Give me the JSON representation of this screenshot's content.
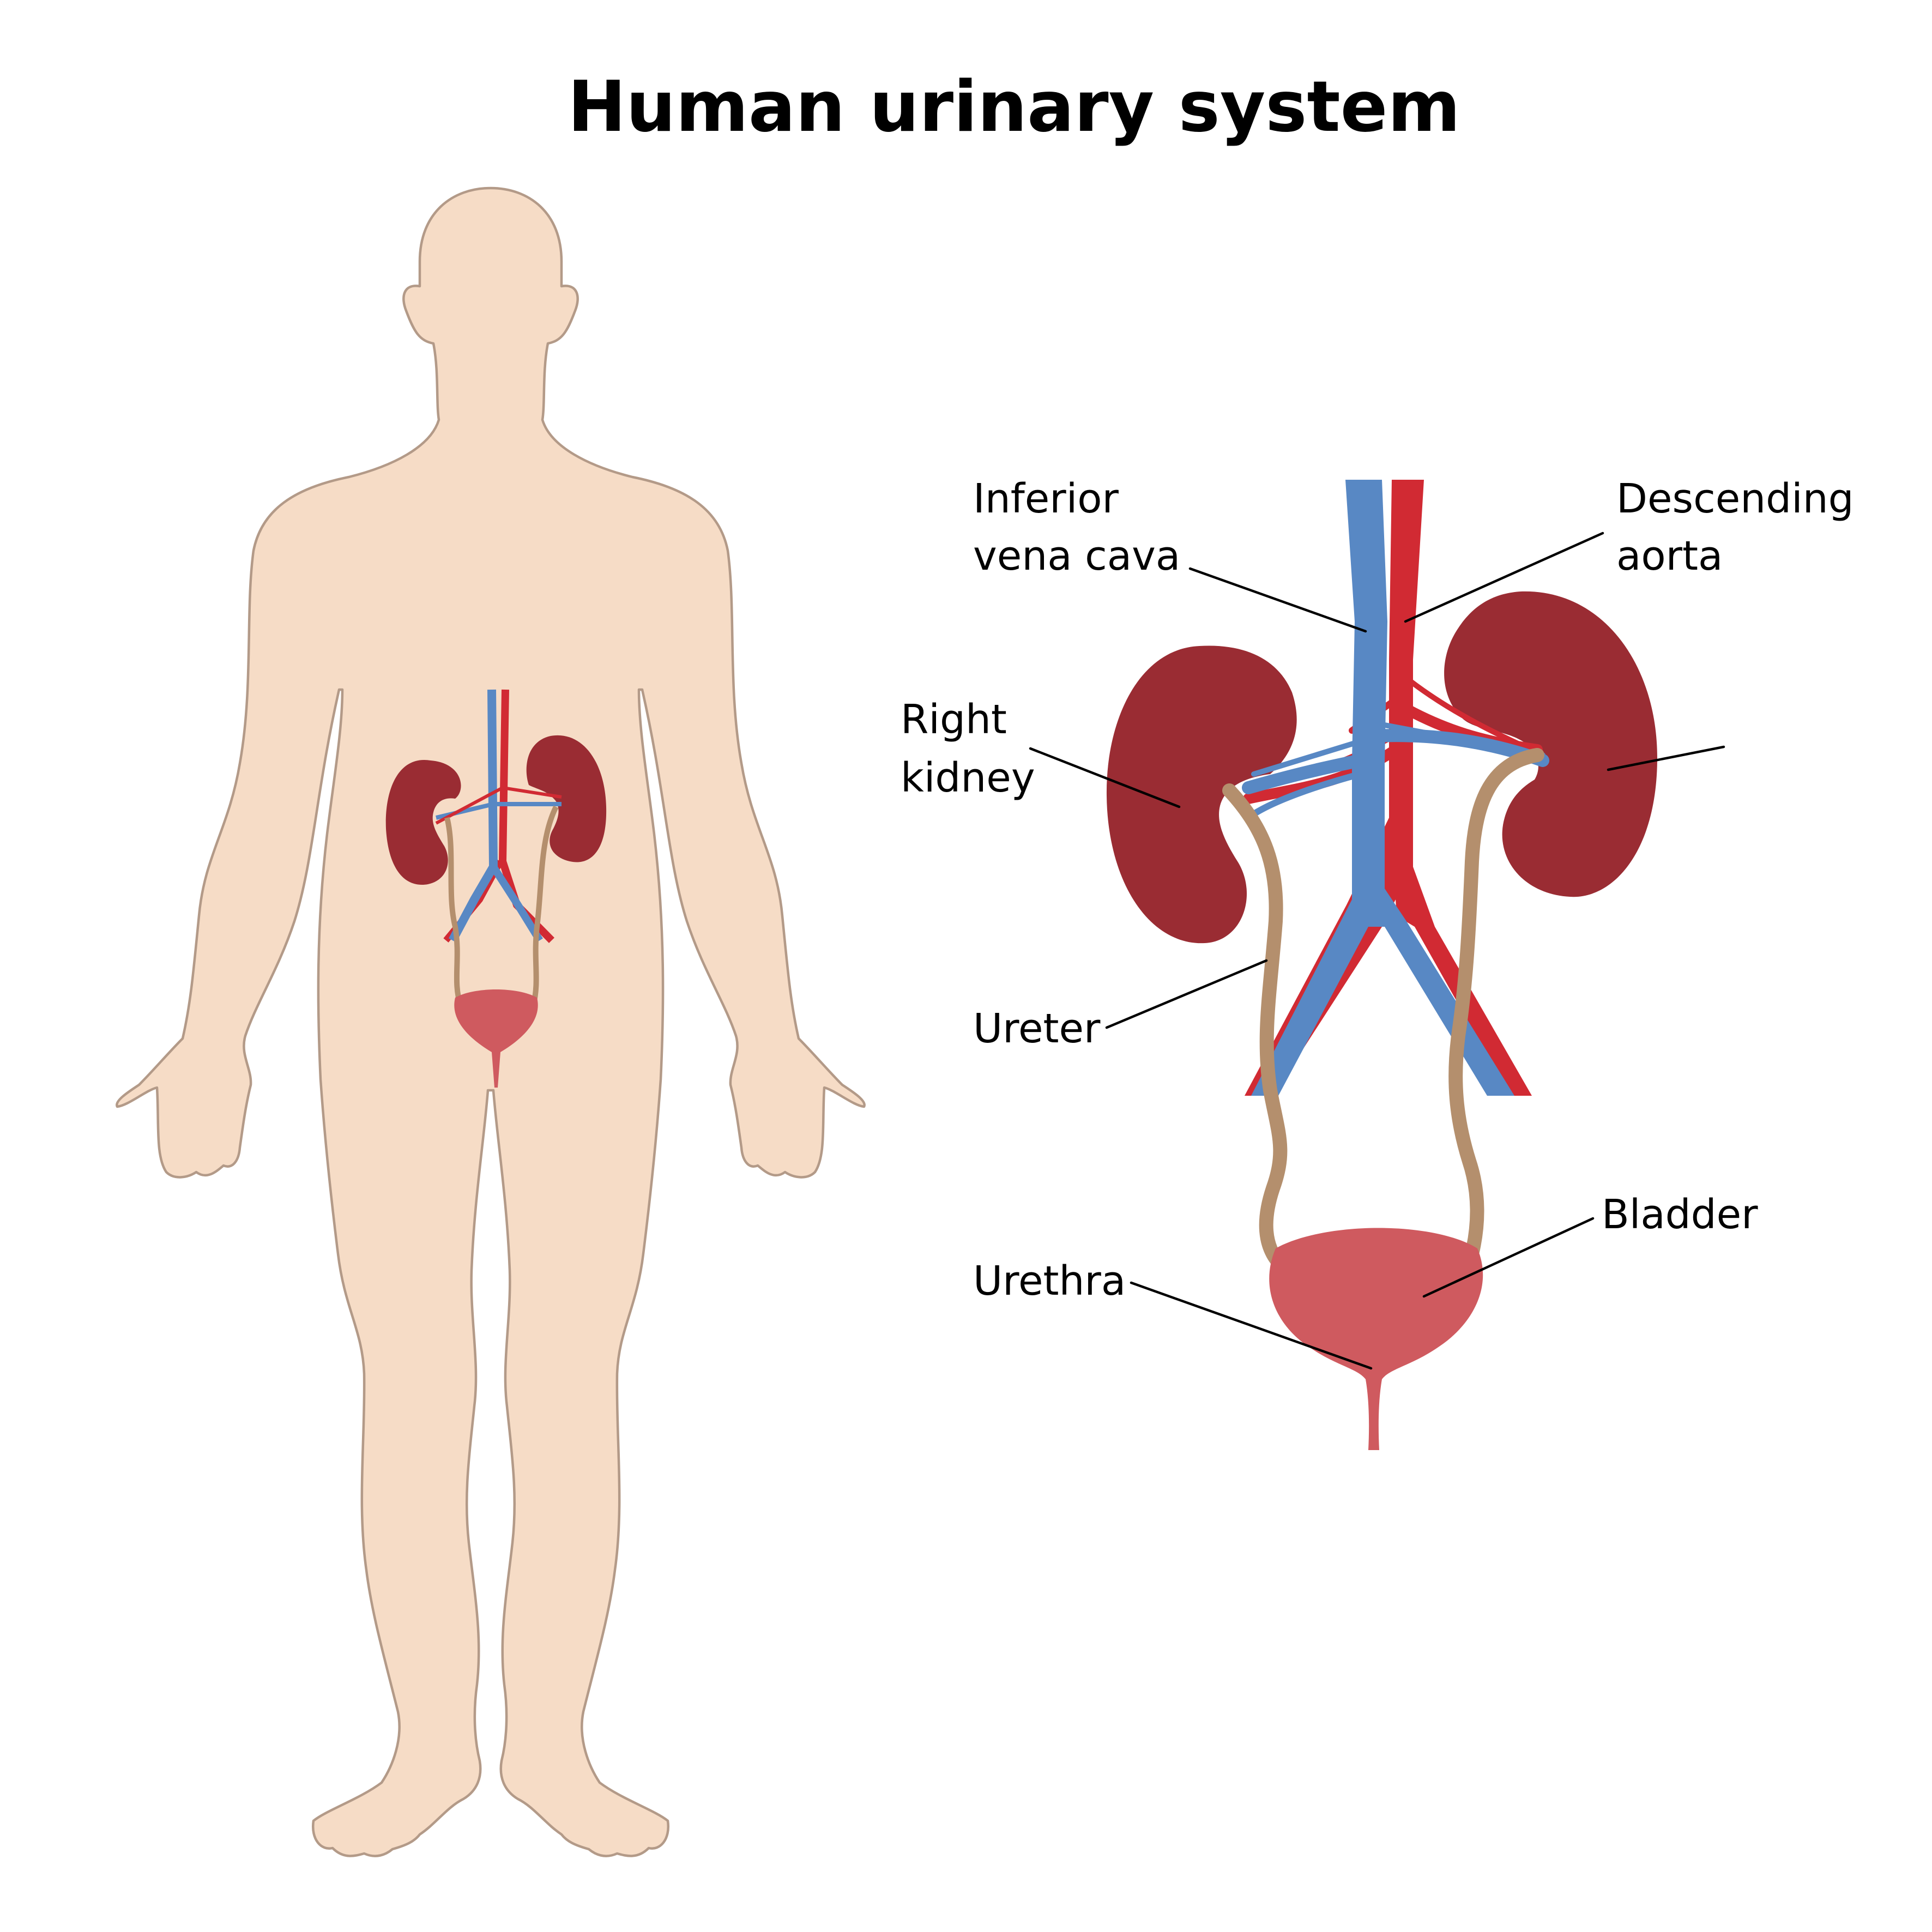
{
  "title": "Human urinary system",
  "labels": {
    "ivc_line1": "Inferior",
    "ivc_line2": "vena cava",
    "aorta_line1": "Descending",
    "aorta_line2": "aorta",
    "right_kidney_line1": "Right",
    "right_kidney_line2": "kidney",
    "ureter": "Ureter",
    "bladder": "Bladder",
    "urethra": "Urethra"
  },
  "colors": {
    "skin": "#f6dcc6",
    "skin_outline": "#b39a88",
    "kidney": "#9a2c33",
    "vein": "#5888c4",
    "artery": "#d12a33",
    "ureter": "#b48f6d",
    "bladder": "#cf5a5f",
    "text": "#000000"
  }
}
